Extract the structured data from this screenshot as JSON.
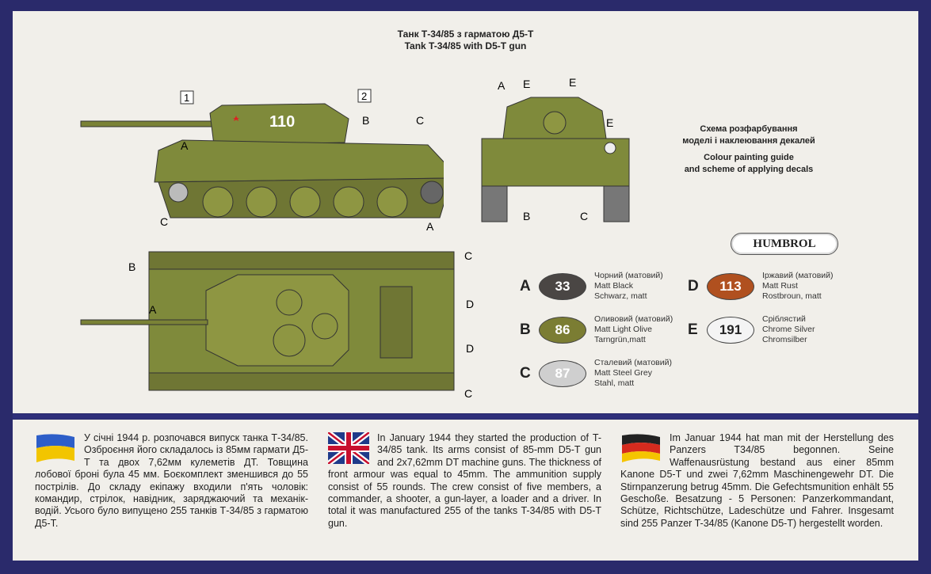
{
  "title": {
    "uk": "Танк Т-34/85 з гарматою Д5-Т",
    "en": "Tank T-34/85 with D5-T gun"
  },
  "guide": {
    "uk_line1": "Схема розфарбування",
    "uk_line2": "моделі і наклеювання декалей",
    "en_line1": "Colour painting guide",
    "en_line2": "and scheme of applying decals"
  },
  "brand": "HUMBROL",
  "decals": {
    "d1": "1",
    "d2": "2",
    "turret_number": "110"
  },
  "callouts": {
    "a": "A",
    "b": "B",
    "c": "C",
    "d": "D",
    "e": "E"
  },
  "paints": [
    {
      "letter": "A",
      "code": "33",
      "uk": "Чорний (матовий)",
      "en": "Matt Black",
      "de": "Schwarz, matt",
      "color": "#4a4644",
      "text_color": "#ffffff"
    },
    {
      "letter": "B",
      "code": "86",
      "uk": "Оливовий (матовий)",
      "en": "Matt Light Olive",
      "de": "Tarngrün,matt",
      "color": "#7b7d33",
      "text_color": "#ffffff"
    },
    {
      "letter": "C",
      "code": "87",
      "uk": "Сталевий (матовий)",
      "en": "Matt Steel Grey",
      "de": "Stahl, matt",
      "color": "#cfcfcf",
      "text_color": "#ffffff"
    },
    {
      "letter": "D",
      "code": "113",
      "uk": "Іржавий (матовий)",
      "en": "Matt Rust",
      "de": "Rostbroun, matt",
      "color": "#b0501f",
      "text_color": "#ffffff"
    },
    {
      "letter": "E",
      "code": "191",
      "uk": "Сріблястий",
      "en": "Chrome Silver",
      "de": "Chromsilber",
      "color": "#f4f4f4",
      "text_color": "#222222"
    }
  ],
  "texts": {
    "uk": "У січні 1944 р. розпочався випуск танка Т-34/85. Озброєння його складалось із 85мм гармати Д5-Т та двох 7,62мм кулеметів ДТ. Товщина лобової броні була 45 мм. Боєкомплект зменшився до 55 пострілів. До складу екіпажу входили п'ять чоловік: командир, стрілок, навідник, заряджаючий та механік-водій. Усього було випущено 255 танків Т-34/85 з гарматою Д5-Т.",
    "en": "In January 1944 they started the production of T-34/85 tank. Its arms consist of 85-mm D5-T gun and 2x7,62mm DT machine guns. The thickness of front armour was equal to 45mm. The ammunition supply consist of 55 rounds. The crew consist of five members, a commander, a shooter, a gun-layer, a loader and a driver. In total it was manufactured 255 of the tanks T-34/85 with D5-T gun.",
    "de": "Im Januar 1944 hat man mit der Herstellung des Panzers T34/85 begonnen. Seine Waffenausrüstung bestand aus einer 85mm Kanone D5-T und zwei 7,62mm Maschinengewehr DT. Die Stirnpanzerung betrug 45mm. Die Gefechtsmunition enhält 55 Geschoße. Besatzung - 5 Personen: Panzerkommandant, Schütze, Richtschütze, Ladeschütze und Fahrer. Insgesamt sind 255 Panzer T-34/85 (Kanone D5-T) hergestellt worden."
  }
}
